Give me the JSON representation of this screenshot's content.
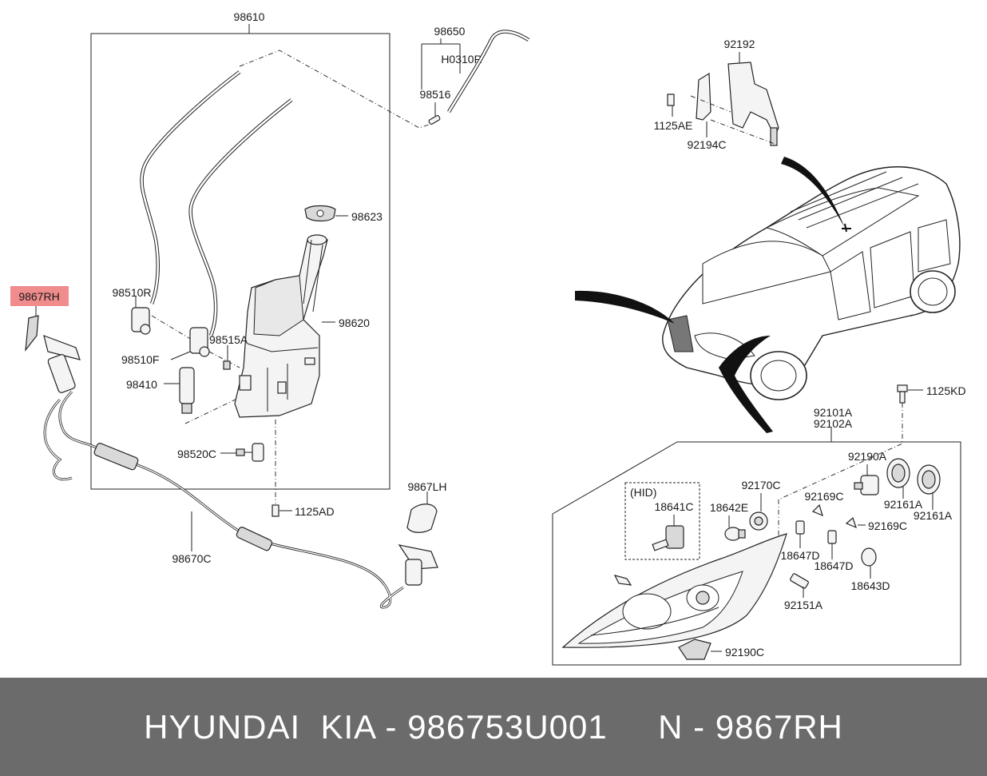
{
  "labels": {
    "l98610": "98610",
    "l98650": "98650",
    "lH0310R": "H0310R",
    "l98516": "98516",
    "l92192": "92192",
    "l1125AE": "1125AE",
    "l92194C": "92194C",
    "l98623": "98623",
    "l98620": "98620",
    "l98510R": "98510R",
    "l98515A": "98515A",
    "l98510F": "98510F",
    "l98410": "98410",
    "l98520C": "98520C",
    "l1125AD": "1125AD",
    "l9867RH": "9867RH",
    "l9867LH": "9867LH",
    "l98670C": "98670C",
    "l1125KD": "1125KD",
    "l92101A": "92101A",
    "l92102A": "92102A",
    "l92190A": "92190A",
    "lHID": "(HID)",
    "l18641C": "18641C",
    "l18642E": "18642E",
    "l92170C": "92170C",
    "l92169C_1": "92169C",
    "l92169C_2": "92169C",
    "l92161A_1": "92161A",
    "l92161A_2": "92161A",
    "l18647D_1": "18647D",
    "l18647D_2": "18647D",
    "l18643D": "18643D",
    "l92151A": "92151A",
    "l92190C": "92190C"
  },
  "highlight_color": "#f08c8c",
  "footer": {
    "text": "HYUNDAI  KIA - 986753U001     N - 9867RH",
    "background": "#6b6b6b"
  }
}
